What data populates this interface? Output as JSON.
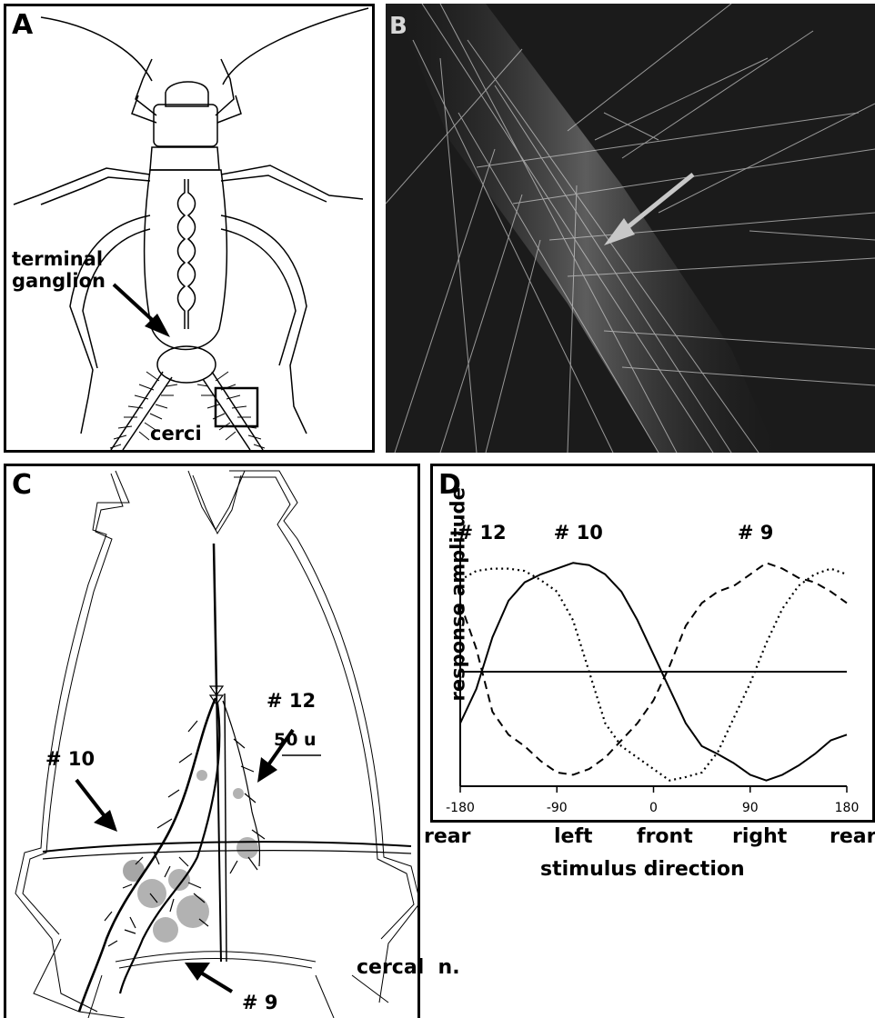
{
  "panels": {
    "a": {
      "label": "A",
      "annotations": {
        "terminal": "terminal",
        "ganglion": "ganglion",
        "cerci": "cerci"
      }
    },
    "b": {
      "label": "B"
    },
    "c": {
      "label": "C",
      "annotations": {
        "n12": "# 12",
        "n10": "# 10",
        "n9": "# 9",
        "scale": "50 u",
        "nerve": "cercal  n."
      }
    },
    "d": {
      "label": "D",
      "ylabel": "response amplitude",
      "xlabel": "stimulus direction",
      "direction_labels": [
        "rear",
        "left",
        "front",
        "right",
        "rear"
      ]
    }
  },
  "chart_data": {
    "type": "line",
    "title": "",
    "xlabel": "stimulus direction",
    "ylabel": "response amplitude",
    "xlim": [
      -180,
      180
    ],
    "ylim": [
      -1,
      1
    ],
    "xticks": [
      -180,
      -90,
      0,
      90,
      180
    ],
    "x": [
      -180,
      -165,
      -150,
      -135,
      -120,
      -105,
      -90,
      -75,
      -60,
      -45,
      -30,
      -15,
      0,
      15,
      30,
      45,
      60,
      75,
      90,
      105,
      120,
      135,
      150,
      165,
      180
    ],
    "series": [
      {
        "name": "# 10",
        "style": "solid",
        "values": [
          -0.45,
          -0.15,
          0.3,
          0.62,
          0.78,
          0.85,
          0.9,
          0.95,
          0.93,
          0.85,
          0.7,
          0.45,
          0.15,
          -0.15,
          -0.45,
          -0.65,
          -0.72,
          -0.8,
          -0.9,
          -0.95,
          -0.9,
          -0.82,
          -0.72,
          -0.6,
          -0.55
        ]
      },
      {
        "name": "# 12",
        "style": "dotted",
        "values": [
          0.8,
          0.88,
          0.9,
          0.9,
          0.88,
          0.8,
          0.7,
          0.45,
          0.0,
          -0.45,
          -0.65,
          -0.75,
          -0.85,
          -0.95,
          -0.92,
          -0.88,
          -0.7,
          -0.4,
          -0.1,
          0.25,
          0.55,
          0.75,
          0.85,
          0.9,
          0.85
        ]
      },
      {
        "name": "# 9",
        "style": "dashed",
        "values": [
          0.6,
          0.2,
          -0.35,
          -0.55,
          -0.65,
          -0.78,
          -0.88,
          -0.9,
          -0.85,
          -0.75,
          -0.6,
          -0.45,
          -0.25,
          0.05,
          0.4,
          0.6,
          0.7,
          0.75,
          0.85,
          0.95,
          0.9,
          0.82,
          0.78,
          0.7,
          0.6
        ]
      }
    ],
    "series_labels": [
      "# 12",
      "# 10",
      "# 9"
    ],
    "zero_line": true,
    "grid": false,
    "legend": "labels above curves"
  }
}
